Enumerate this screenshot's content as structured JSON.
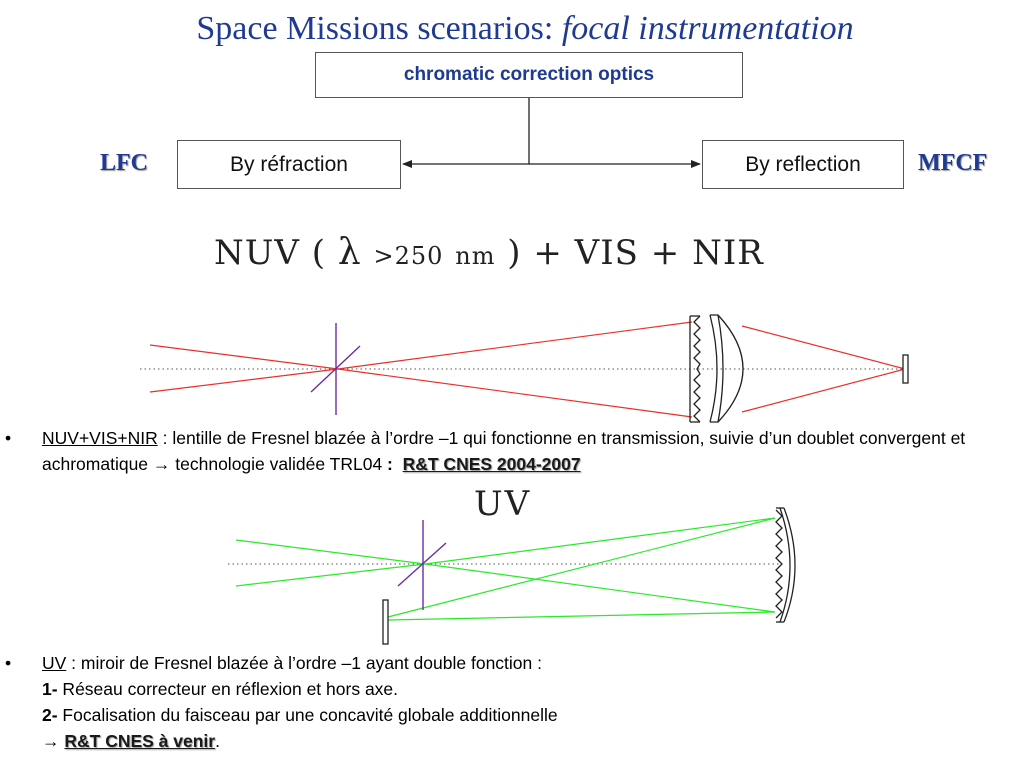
{
  "title": {
    "main": "Space Missions scenarios: ",
    "italic": "focal instrumentation"
  },
  "diagram_top": {
    "top_box": "chromatic correction optics",
    "left_box": "By réfraction",
    "right_box": "By reflection",
    "left_tag": "LFC",
    "right_tag": "MFCF"
  },
  "formula": {
    "nuv": "NUV",
    "open": "(",
    "lambda": "λ",
    "gt": ">",
    "value": "250",
    "unit": "nm",
    "close": ")",
    "plus1": "+",
    "vis": "VIS",
    "plus2": "+",
    "nir": "NIR"
  },
  "uv_label": "UV",
  "bullet1": {
    "marker": "•",
    "term": "NUV+VIS+NIR",
    "text": " : lentille de Fresnel blazée à l’ordre –1 qui fonctionne en transmission, suivie d’un doublet convergent et achromatique ",
    "arrow": "→",
    "text2": " technologie validée TRL04 ",
    "colon": ":",
    "ref": "R&T CNES 2004-2007"
  },
  "bullet2": {
    "marker": "•",
    "term": "UV",
    "text": " : miroir de Fresnel blazée à l’ordre –1 ayant double fonction :",
    "item1_num": "1-",
    "item1_text": " Réseau correcteur en réflexion et hors axe.",
    "item2_num": "2-",
    "item2_text": " Focalisation du faisceau par une concavité globale additionnelle",
    "arrow": "→",
    "ref": "R&T CNES à venir",
    "end": "."
  },
  "colors": {
    "title": "#1f3a93",
    "ray_nuv": "#e8302c",
    "ray_uv": "#2be82b",
    "grating": "#6a2ea0"
  }
}
